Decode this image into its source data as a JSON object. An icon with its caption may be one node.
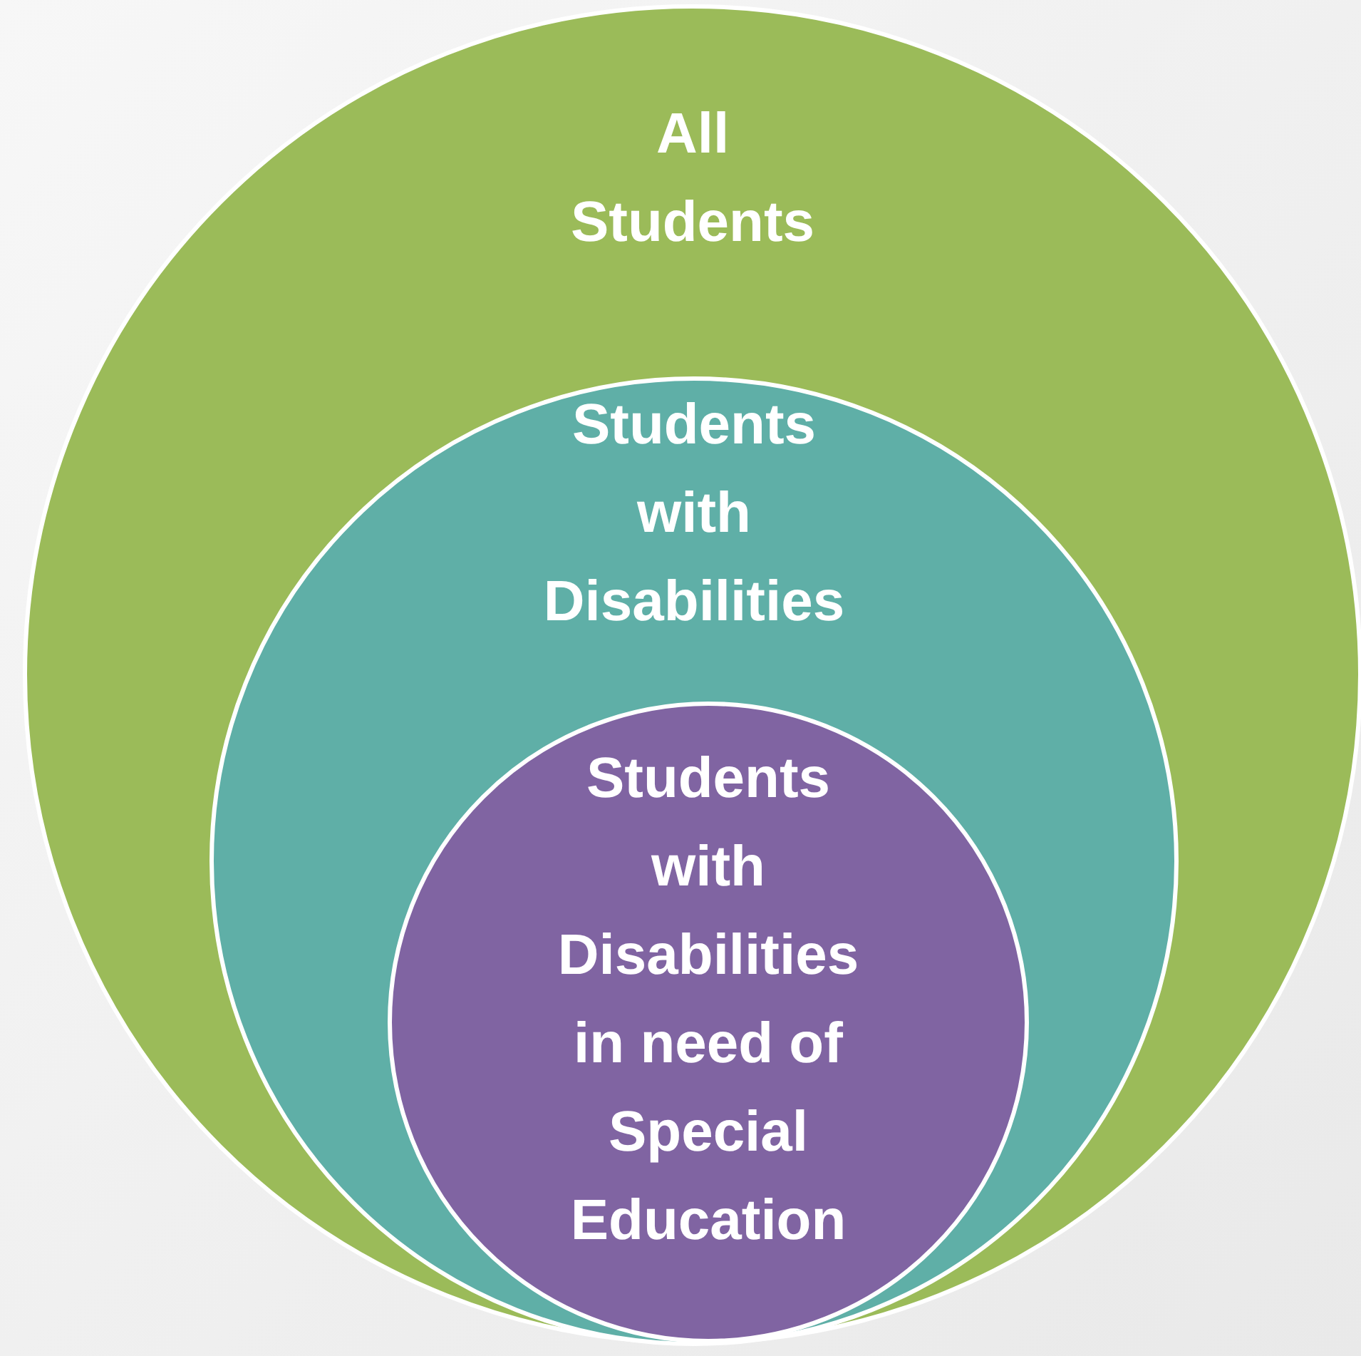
{
  "diagram": {
    "nodes": [
      {
        "text": [
          "All Students"
        ]
      },
      {
        "text": [
          "Students with Disabilities"
        ],
        "in": 0
      },
      {
        "text": [
          "Students with Disabilities in need of Special Education"
        ],
        "in": 1
      }
    ]
  }
}
